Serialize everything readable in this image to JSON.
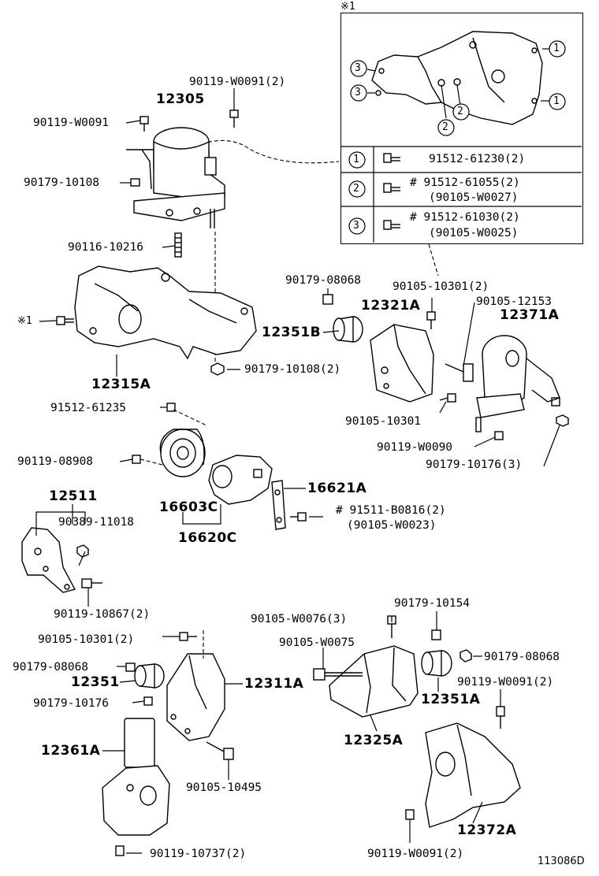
{
  "figure_id": "113086D",
  "legend": {
    "marker": "※1",
    "rows": [
      {
        "key": "1",
        "code": "91512-61230(2)"
      },
      {
        "key": "2",
        "code": "# 91512-61055(2)",
        "alt": "(90105-W0027)"
      },
      {
        "key": "3",
        "code": "# 91512-61030(2)",
        "alt": "(90105-W0025)"
      }
    ],
    "inset_keys": [
      "1",
      "1",
      "3",
      "3",
      "2",
      "2"
    ]
  },
  "labels": {
    "p12305": "12305",
    "p90119_W0091_2_top": "90119-W0091(2)",
    "p90119_W0091_left": "90119-W0091",
    "p90179_10108": "90179-10108",
    "p90116_10216": "90116-10216",
    "p_marker_ref": "※1",
    "p12315A": "12315A",
    "p90179_10108_2": "90179-10108(2)",
    "p90179_08068_top": "90179-08068",
    "p90105_10301_2_top": "90105-10301(2)",
    "p90105_12153": "90105-12153",
    "p12321A": "12321A",
    "p12371A": "12371A",
    "p12351B": "12351B",
    "p90105_10301_mid": "90105-10301",
    "p90119_W0090": "90119-W0090",
    "p90179_10176_3": "90179-10176(3)",
    "p91512_61235": "91512-61235",
    "p90119_08908": "90119-08908",
    "p16621A": "16621A",
    "p91511_B0816": "# 91511-B0816(2)",
    "p90105_W0023": "(90105-W0023)",
    "p12511": "12511",
    "p90389_11018": "90389-11018",
    "p16603C": "16603C",
    "p16620C": "16620C",
    "p90119_10867_2": "90119-10867(2)",
    "p90105_W0076_3": "90105-W0076(3)",
    "p90179_10154": "90179-10154",
    "p90105_10301_2_low": "90105-10301(2)",
    "p90105_W0075": "90105-W0075",
    "p90179_08068_left": "90179-08068",
    "p90179_08068_right": "90179-08068",
    "p12351": "12351",
    "p12311A": "12311A",
    "p12351A": "12351A",
    "p90119_W0091_2_right": "90119-W0091(2)",
    "p90179_10176": "90179-10176",
    "p12325A": "12325A",
    "p12361A": "12361A",
    "p90105_10495": "90105-10495",
    "p12372A": "12372A",
    "p90119_10737_2": "90119-10737(2)",
    "p90119_W0091_2_bottom": "90119-W0091(2)"
  }
}
